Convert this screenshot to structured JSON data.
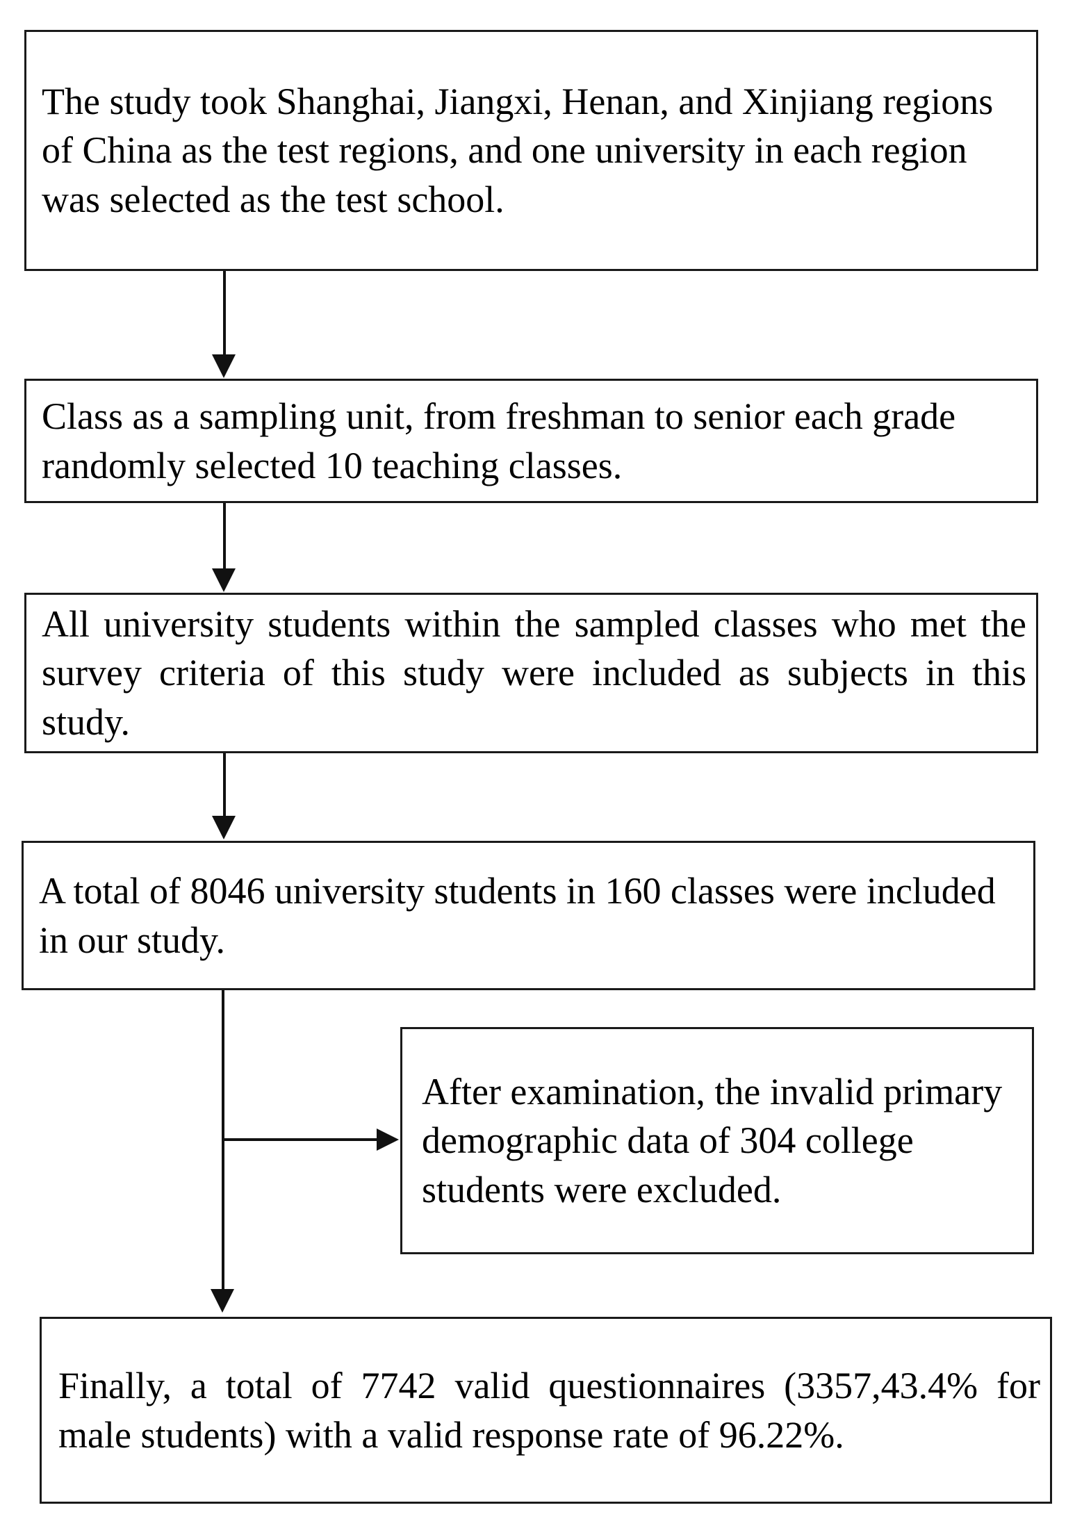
{
  "diagram": {
    "title": "Study sampling and participant flow",
    "type": "flowchart",
    "orientation": "vertical",
    "colors": {
      "border": "#1a1a1a",
      "connector": "#111111",
      "background": "#ffffff",
      "text": "#000000"
    },
    "nodes": [
      {
        "id": "regions",
        "name": "test-regions-box",
        "text": "The study took Shanghai, Jiangxi, Henan, and Xinjiang regions of China as the test regions, and one university in each region was selected as the test school.",
        "lines": 4,
        "align": "left"
      },
      {
        "id": "sampling",
        "name": "sampling-unit-box",
        "text": "Class as a sampling unit, from freshman to senior each grade randomly selected 10 teaching classes.",
        "lines": 2,
        "align": "left"
      },
      {
        "id": "eligibility",
        "name": "eligibility-box",
        "text": "All university students within the sampled classes who met the survey criteria of this study were included as subjects in this study.",
        "lines": 3,
        "align": "justify"
      },
      {
        "id": "total",
        "name": "total-enrolled-box",
        "text": "A total of 8046 university students in 160 classes were included in our study.",
        "lines": 2,
        "align": "left"
      },
      {
        "id": "excluded",
        "name": "excluded-box",
        "text": "After examination, the invalid primary demographic data of 304 college students were excluded.",
        "lines": 4,
        "align": "left"
      },
      {
        "id": "final",
        "name": "final-sample-box",
        "text": "Finally, a total of 7742 valid questionnaires (3357,43.4% for male students) with a valid response rate of 96.22%.",
        "lines": 3,
        "align": "justify"
      }
    ],
    "edges": [
      {
        "from": "regions",
        "to": "sampling",
        "direction": "down",
        "label": ""
      },
      {
        "from": "sampling",
        "to": "eligibility",
        "direction": "down",
        "label": ""
      },
      {
        "from": "eligibility",
        "to": "total",
        "direction": "down",
        "label": ""
      },
      {
        "from": "total",
        "to": "final",
        "direction": "down",
        "label": ""
      },
      {
        "from": "total",
        "to": "excluded",
        "direction": "right",
        "label": ""
      }
    ],
    "key_numbers": {
      "regions_count": 4,
      "regions": [
        "Shanghai",
        "Jiangxi",
        "Henan",
        "Xinjiang"
      ],
      "classes_per_grade": 10,
      "total_students_enrolled": 8046,
      "total_classes": 160,
      "excluded_students": 304,
      "valid_questionnaires": 7742,
      "male_students_count": 3357,
      "male_students_percent": "43.4%",
      "valid_response_rate": "96.22%"
    }
  }
}
